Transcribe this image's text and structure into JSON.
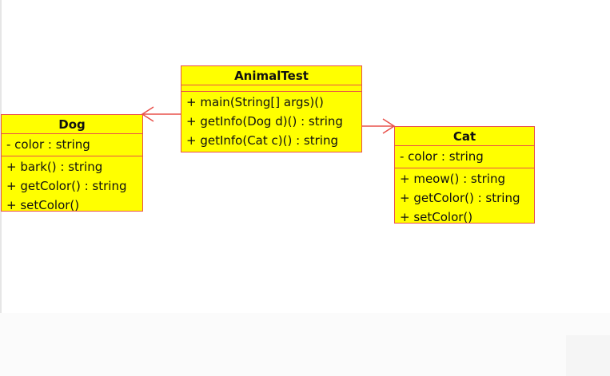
{
  "diagram": {
    "classes": {
      "animal_test": {
        "name": "AnimalTest",
        "attributes": [],
        "operations": [
          "+ main(String[] args)()",
          "+ getInfo(Dog d)() : string",
          "+ getInfo(Cat c)() : string"
        ]
      },
      "dog": {
        "name": "Dog",
        "attributes": [
          "- color : string"
        ],
        "operations": [
          "+ bark() : string",
          "+ getColor() : string",
          "+ setColor()"
        ]
      },
      "cat": {
        "name": "Cat",
        "attributes": [
          "- color : string"
        ],
        "operations": [
          "+ meow() : string",
          "+ getColor() : string",
          "+ setColor()"
        ]
      }
    },
    "relations": [
      {
        "from": "AnimalTest",
        "to": "Dog",
        "kind": "dependency"
      },
      {
        "from": "AnimalTest",
        "to": "Cat",
        "kind": "dependency"
      }
    ],
    "colors": {
      "class_fill": "#ffff00",
      "class_border": "#e8504a",
      "connector": "#e8504a",
      "text": "#111111"
    }
  }
}
